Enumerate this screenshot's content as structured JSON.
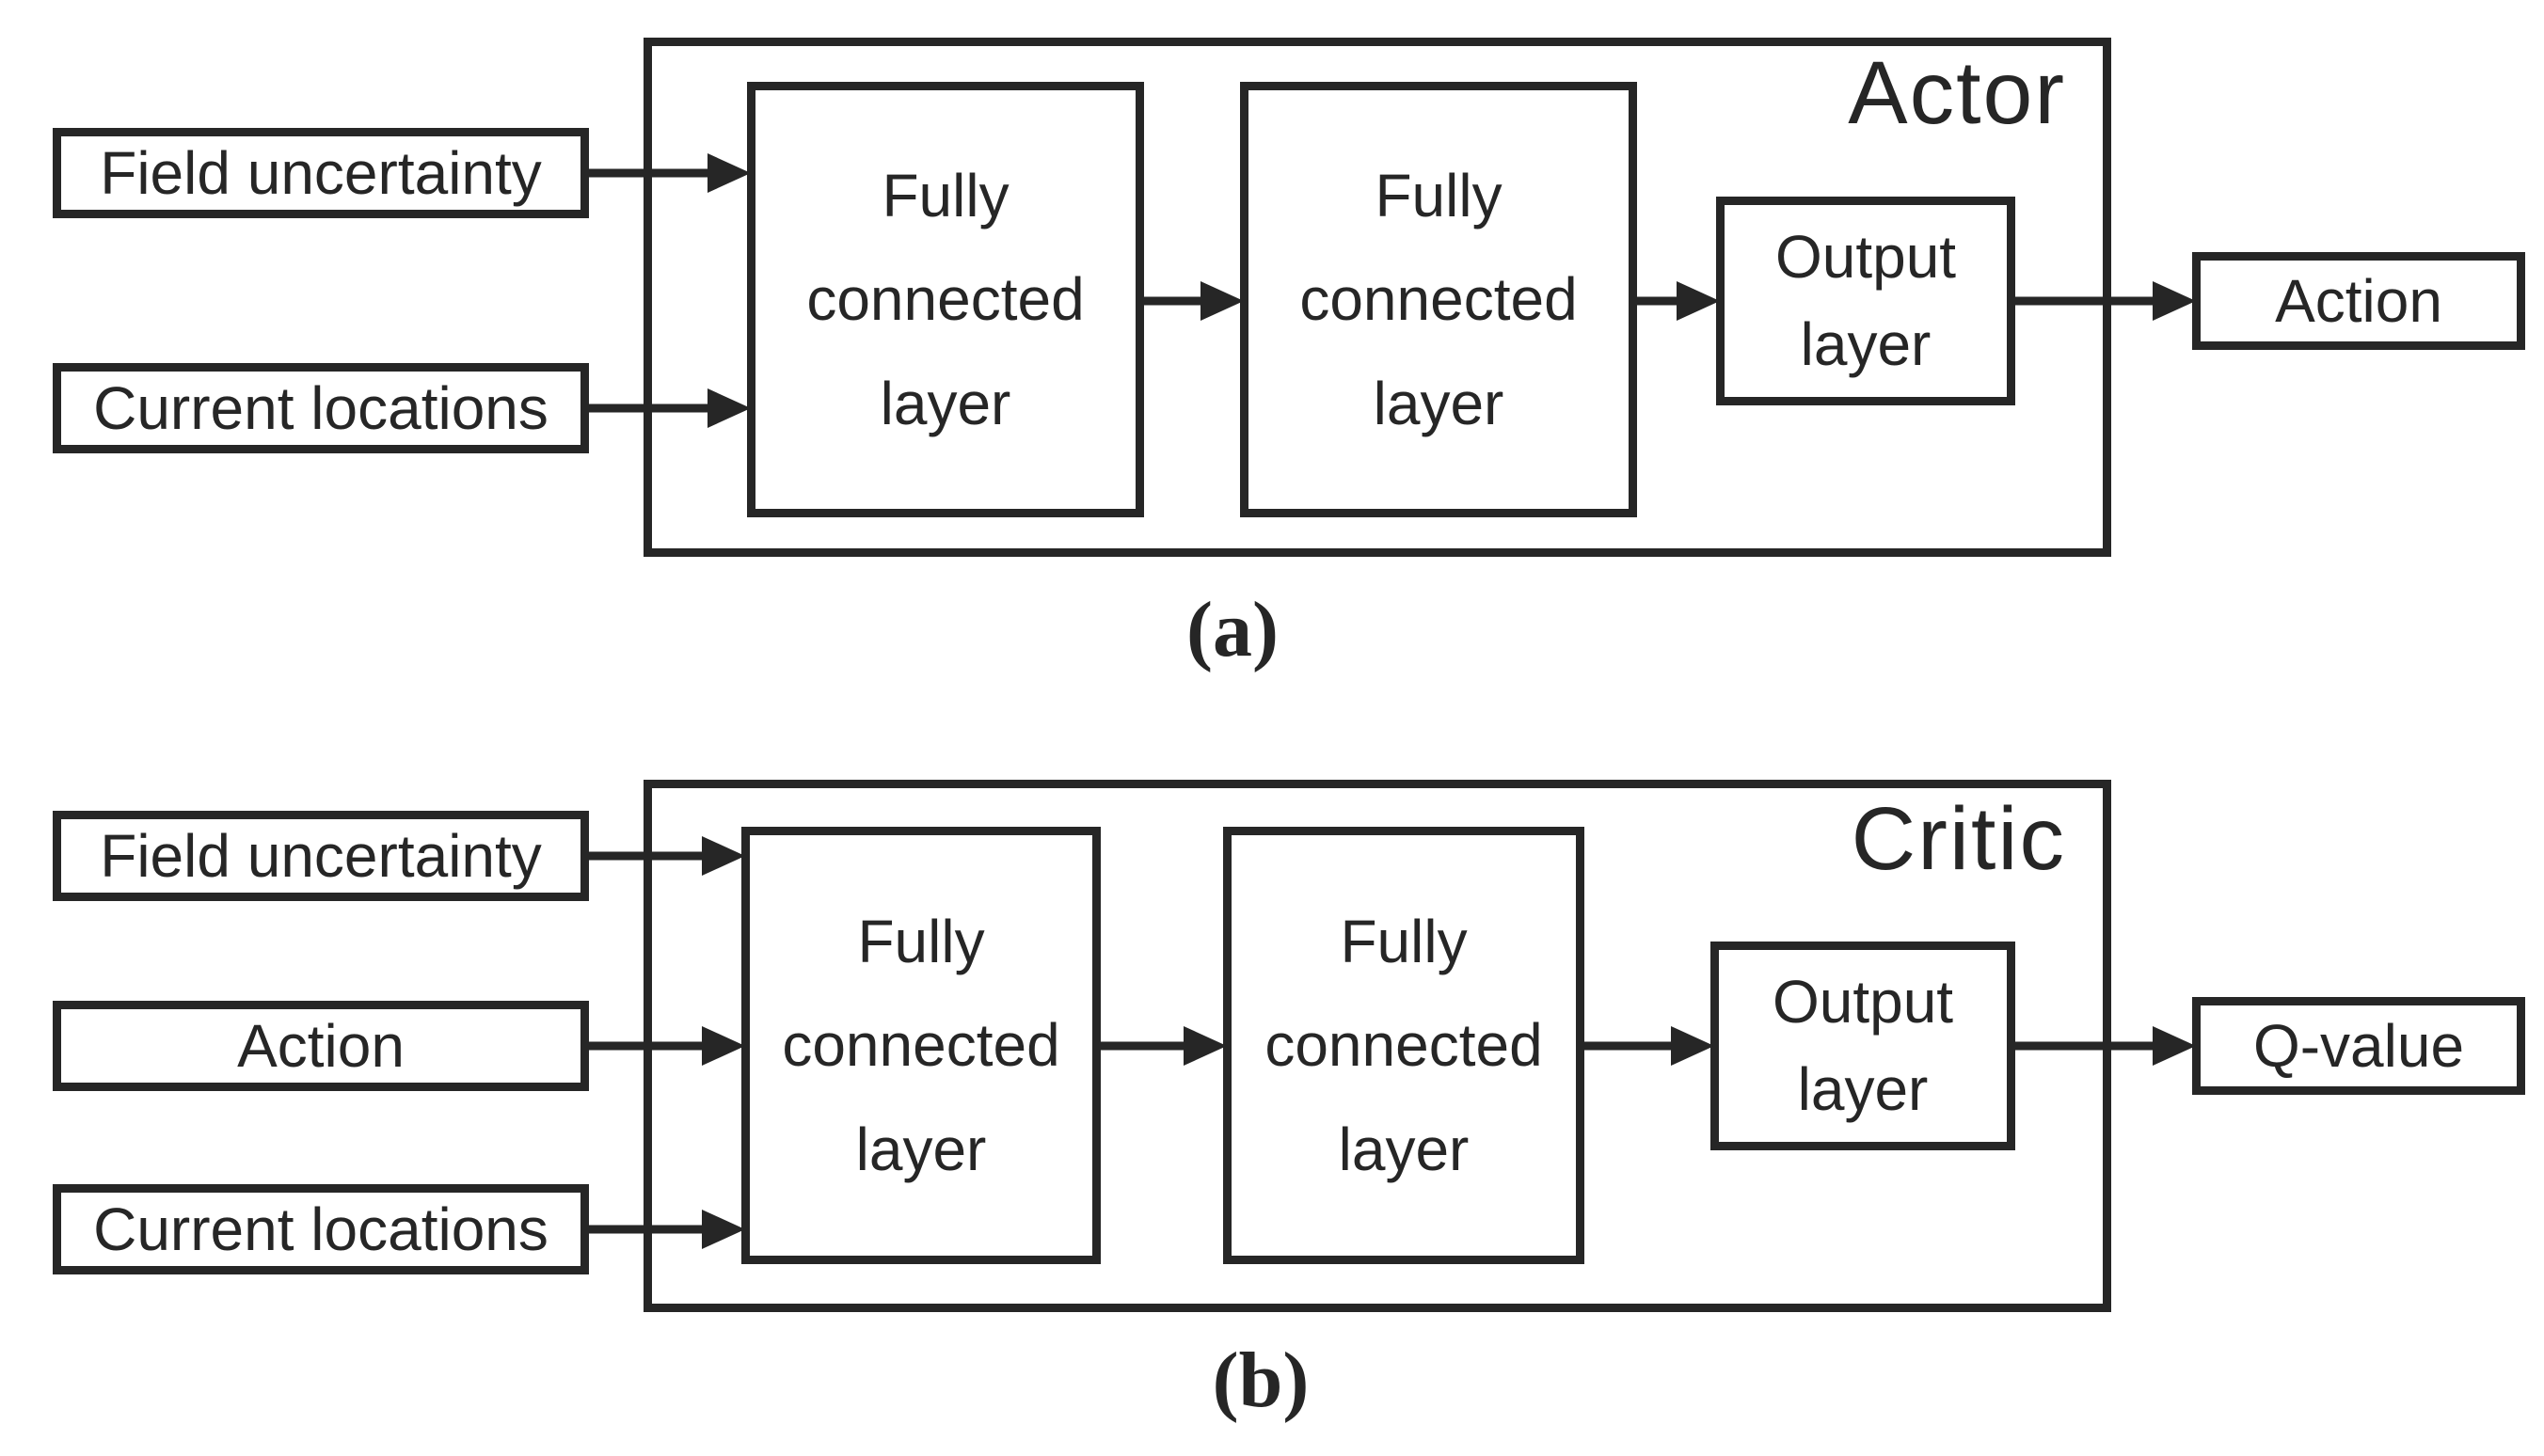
{
  "figure": {
    "background_color": "#ffffff",
    "line_color": "#262626",
    "panels": [
      {
        "caption": "(a)",
        "network_title": "Actor",
        "inputs": [
          {
            "label": "Field uncertainty"
          },
          {
            "label": "Current locations"
          }
        ],
        "hidden_layers": [
          {
            "label": "Fully connected layer"
          },
          {
            "label": "Fully connected layer"
          }
        ],
        "output_layer": {
          "label": "Output layer"
        },
        "result": {
          "label": "Action"
        }
      },
      {
        "caption": "(b)",
        "network_title": "Critic",
        "inputs": [
          {
            "label": "Field uncertainty"
          },
          {
            "label": "Action"
          },
          {
            "label": "Current locations"
          }
        ],
        "hidden_layers": [
          {
            "label": "Fully connected layer"
          },
          {
            "label": "Fully connected layer"
          }
        ],
        "output_layer": {
          "label": "Output layer"
        },
        "result": {
          "label": "Q-value"
        }
      }
    ]
  }
}
